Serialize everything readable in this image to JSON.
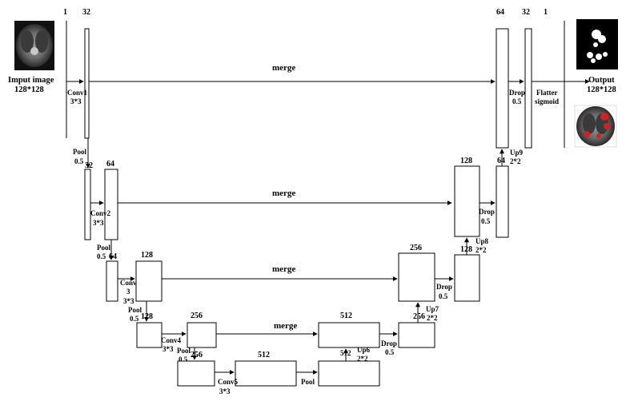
{
  "input": {
    "label": "Imput image",
    "size": "128*128"
  },
  "output": {
    "label": "Output",
    "size": "128*128"
  },
  "merge_label": "merge",
  "channels": {
    "in_1": "1",
    "in_32": "32",
    "l2_32": "32",
    "l2_64": "64",
    "l3_64": "64",
    "l3_128": "128",
    "l4_128": "128",
    "l4_256": "256",
    "l5_256": "256",
    "l5_512": "512",
    "l4_512": "512",
    "l4_512b": "512",
    "d3_256": "256",
    "d3_256b": "256",
    "d2_128": "128",
    "d2_128b": "128",
    "d1_64": "64",
    "d1_64b": "64",
    "out_32": "32",
    "out_1": "1"
  },
  "ops": {
    "conv1": [
      "Conv1",
      "3*3"
    ],
    "conv2": [
      "Conv2",
      "3*3"
    ],
    "conv3": [
      "Conv",
      "3",
      "3*3"
    ],
    "conv4": [
      "Conv4",
      "3*3"
    ],
    "conv5": [
      "Conv5",
      "3*3"
    ],
    "pool1": [
      "Pool",
      "0.5"
    ],
    "pool2": [
      "Pool",
      "0.5"
    ],
    "pool3": [
      "Pool",
      "0.5"
    ],
    "pool4": [
      "Pool",
      "0.5"
    ],
    "pool5": [
      "Pool"
    ],
    "up6": [
      "Up6",
      "2*2"
    ],
    "up7": [
      "Up7",
      "2*2"
    ],
    "up8": [
      "Up8",
      "2*2"
    ],
    "up9": [
      "Up9",
      "2*2"
    ],
    "drop_a": [
      "Drop",
      "0.5"
    ],
    "drop_b": [
      "Drop",
      "0.5"
    ],
    "drop_c": [
      "Drop",
      "0.5"
    ],
    "drop_d": [
      "Drop",
      "0.5"
    ],
    "flatter": [
      "Flatter",
      "sigmoid"
    ]
  }
}
